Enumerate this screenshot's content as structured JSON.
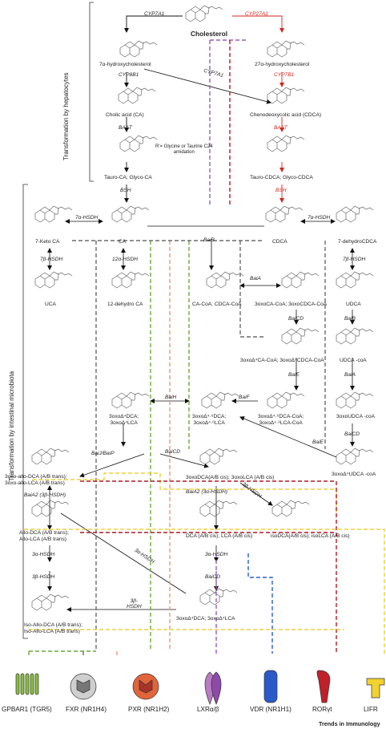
{
  "title": "Cholesterol",
  "sections": {
    "hepatocytes": "Transformation by hepatocytes",
    "microbiota": "Transformation by intestinal microbiota"
  },
  "compounds": {
    "c7oh": "7α-hydroxycholesterol",
    "c27oh": "27α-hydroxycholesterol",
    "ca": "Cholic acid (CA)",
    "cdca": "Chenodeoxycolic acid (CDCA)",
    "tauro_ca": "Tauro-CA; Glyco-CA",
    "tauro_cdca": "Tauro-CDCA; Glyco-CDCA",
    "ca_short": "CA",
    "cdca_short": "CDCA",
    "keto_ca": "7-Keto CA",
    "dehydro_cdca": "7-dehydroCDCA",
    "uca": "UCA",
    "dehydro12": "12-dehydro CA",
    "coa": "CA-CoA; CDCA-CoA",
    "oxo_coa": "3oxoCA-CoA; 3oxoCDCA-CoA",
    "udca": "UDCA",
    "oxo4": "3oxoΔ⁴CA-CoA; 3oxoΔ⁴CDCA-CoA",
    "udca_coa": "UDCA -coA",
    "dca_l1": "3oxoΔ⁴DCA;",
    "dca_l2": "3oxoΔ⁴LCA",
    "dca46_l1": "3oxoΔ⁴·⁶DCA;",
    "dca46_l2": "3oxoΔ⁴·⁶LCA",
    "dca46coa_l1": "3oxoΔ⁴·⁶DCA-CoA;",
    "dca46coa_l2": "3oxoΔ⁴·⁶LCA-CoA",
    "oxoudca_coa": "3oxoUDCA -coA",
    "oxo4udca_coa": "3oxoΔ⁴UDCA -coA",
    "allo3oxo_l1": "3oxo-allo-DCA (A/B trans);",
    "allo3oxo_l2": "3oxo-allo-LCA (A/B trans)",
    "oxodca_cis": "3oxoDCA(A/B cis); 3oxoLCA (A/B cis)",
    "allo_l1": "Allo-DCA (A/B trans);",
    "allo_l2": "Allo-LCA (A/B trans)",
    "dca_lca": "DCA (A/B cis); LCA (A/B cis)",
    "iso_dca": "isoDCA(A/B cis); isoLCA (A/B cis)",
    "oxo_dca_lca": "3oxoΔ⁴DCA; 3oxoΔ⁴LCA",
    "iso_allo_l1": "Iso-Allo-DCA (A/B trans);",
    "iso_allo_l2": "Iso-Allo-LCA (A/B trans)"
  },
  "enzymes": {
    "cyp7a1": "CYP7A1",
    "cyp27a1": "CYP27A1",
    "cyp8b1": "CYP8B1",
    "cyp7b1": "CYP7B1",
    "cyp7a1_diag": "CYP7A1",
    "baat_l": "BAAT",
    "baat_r": "BAAT",
    "bsh_l": "BSH",
    "bsh_r": "BSH",
    "hsdh7a_l": "7α-HSDH",
    "hsdh7a_r": "7α-HSDH",
    "hsdh7b_l": "7β-HSDH",
    "hsdh7b_r": "7β-HSDH",
    "hsdh12a": "12α-HSDH",
    "baib": "BaiB",
    "baia": "BaiA",
    "baicd_1": "BaiCD",
    "baib_r": "BaiB",
    "baie": "BaiE",
    "baia_r": "BaiA",
    "baih": "BaiH",
    "baif": "BaiF",
    "baicd_r": "BaiCD",
    "baie_2": "BaiE",
    "bail": "BaiJ/BaiP",
    "baicd_2": "BaiCD",
    "baia2_l": "BaiA2 (3β-HSDH)",
    "baia2_m": "BaiA2 (3α-HSDH)",
    "hsdh3b_diag": "3β-HSDH",
    "hsdh3a_l": "3α-HSDH",
    "hsdh3b_l": "3β-HSDH",
    "hsdh3a_diag": "3α-HSDH",
    "hsdh3a_m": "3α-HSDH",
    "baicd_3": "BaiCD",
    "hsdh3b_m1": "3β-",
    "hsdh3b_m2": "HSDH"
  },
  "amidation_note": [
    "R'= Glycine or Taurine  C24",
    "amidation"
  ],
  "receptors": [
    {
      "name": "GPBAR1 (TGR5)",
      "icon": "gpcr-icon",
      "color": "#8bbf3c"
    },
    {
      "name": "FXR (NR1H4)",
      "icon": "fxr-icon",
      "color": "#8a8a8a"
    },
    {
      "name": "PXR (NR1H2)",
      "icon": "pxr-icon",
      "color": "#e2643a"
    },
    {
      "name": "LXRα/β",
      "icon": "lxr-icon",
      "color": "#b87bc4"
    },
    {
      "name": "VDR (NR1H1)",
      "icon": "vdr-icon",
      "color": "#2c59c9"
    },
    {
      "name": "RORγt",
      "icon": "rorgt-icon",
      "color": "#c0202a"
    },
    {
      "name": "LIFR",
      "icon": "lifr-icon",
      "color": "#f2d22e"
    }
  ],
  "journal": "Trends in Immunology",
  "colors": {
    "red_path": "#d1261f",
    "green": "#6ca83a",
    "gray": "#6b6b6b",
    "orange": "#e89a72",
    "purple": "#9a5bb5",
    "blue": "#2a5fd1",
    "darkred": "#b01a24",
    "yellow": "#f0d03a"
  }
}
